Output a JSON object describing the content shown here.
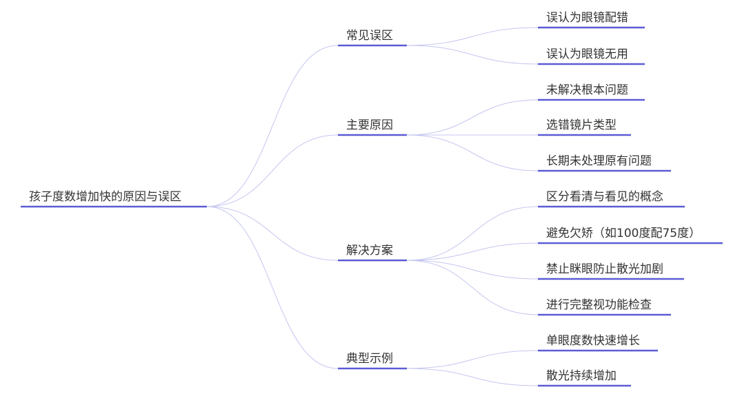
{
  "colors": {
    "accent": "#5b5bd6",
    "connector": "#c4c6f0",
    "text": "#333333",
    "background": "#ffffff"
  },
  "root": {
    "label": "孩子度数增加快的原因与误区"
  },
  "branches": [
    {
      "label": "常见误区",
      "children": [
        "误认为眼镜配错",
        "误认为眼镜无用"
      ]
    },
    {
      "label": "主要原因",
      "children": [
        "未解决根本问题",
        "选错镜片类型",
        "长期未处理原有问题"
      ]
    },
    {
      "label": "解决方案",
      "children": [
        "区分看清与看见的概念",
        "避免欠矫（如100度配75度）",
        "禁止眯眼防止散光加剧",
        "进行完整视功能检查"
      ]
    },
    {
      "label": "典型示例",
      "children": [
        "单眼度数快速增长",
        "散光持续增加"
      ]
    }
  ]
}
